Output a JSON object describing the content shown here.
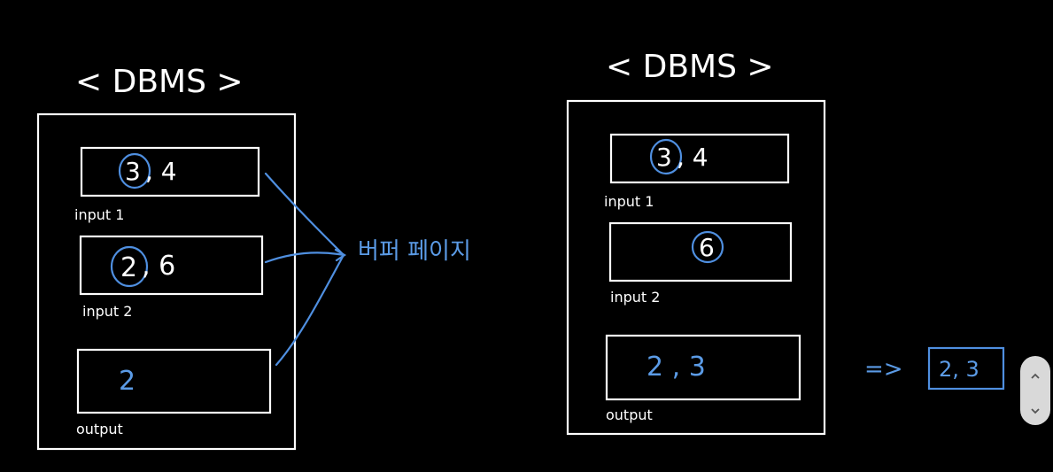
{
  "left_panel": {
    "title": "< DBMS >",
    "buffers": [
      {
        "label": "input 1",
        "circled_value": "3",
        "rest": ", 4"
      },
      {
        "label": "input 2",
        "circled_value": "2",
        "rest": ", 6"
      },
      {
        "label": "output",
        "value": "2"
      }
    ]
  },
  "annotation": {
    "text": "버퍼 페이지"
  },
  "right_panel": {
    "title": "< DBMS >",
    "buffers": [
      {
        "label": "input 1",
        "circled_value": "3",
        "rest": ", 4"
      },
      {
        "label": "input 2",
        "circled_value": "6"
      },
      {
        "label": "output",
        "value": "2 , 3"
      }
    ]
  },
  "result": {
    "arrow": "=>",
    "value": "2, 3"
  },
  "colors": {
    "background": "#000000",
    "ink_white": "#ffffff",
    "ink_blue": "#4f8fe0"
  },
  "icons": {
    "scroll_up": "chevron-up-icon",
    "scroll_down": "chevron-down-icon"
  }
}
